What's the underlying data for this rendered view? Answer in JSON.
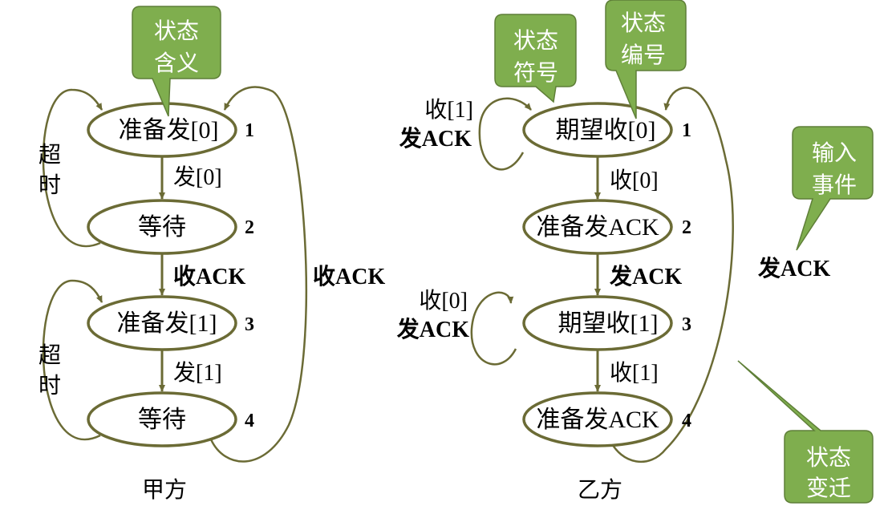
{
  "sender": {
    "title": "甲方",
    "states": [
      {
        "id": 1,
        "label": "准备发[0]",
        "number": "1"
      },
      {
        "id": 2,
        "label": "等待",
        "number": "2"
      },
      {
        "id": 3,
        "label": "准备发[1]",
        "number": "3"
      },
      {
        "id": 4,
        "label": "等待",
        "number": "4"
      }
    ],
    "transitions": [
      {
        "from": 1,
        "to": 2,
        "label": "发[0]"
      },
      {
        "from": 2,
        "to": 3,
        "label": "收ACK"
      },
      {
        "from": 3,
        "to": 4,
        "label": "发[1]"
      },
      {
        "from": 4,
        "to": 1,
        "label": "收ACK"
      },
      {
        "from": 2,
        "to": 1,
        "label_lines": [
          "超",
          "时"
        ]
      },
      {
        "from": 4,
        "to": 3,
        "label_lines": [
          "超",
          "时"
        ]
      }
    ]
  },
  "receiver": {
    "title": "乙方",
    "states": [
      {
        "id": 1,
        "label": "期望收[0]",
        "number": "1"
      },
      {
        "id": 2,
        "label": "准备发ACK",
        "number": "2"
      },
      {
        "id": 3,
        "label": "期望收[1]",
        "number": "3"
      },
      {
        "id": 4,
        "label": "准备发ACK",
        "number": "4"
      }
    ],
    "transitions": [
      {
        "from": 1,
        "to": 2,
        "label": "收[0]"
      },
      {
        "from": 2,
        "to": 3,
        "label": "发ACK"
      },
      {
        "from": 3,
        "to": 4,
        "label": "收[1]"
      },
      {
        "from": 4,
        "to": 1,
        "label": "发ACK"
      },
      {
        "from": 1,
        "to": 1,
        "label_lines": [
          "收[1]",
          "发ACK"
        ]
      },
      {
        "from": 3,
        "to": 3,
        "label_lines": [
          "收[0]",
          "发ACK"
        ]
      }
    ]
  },
  "callouts": {
    "state_meaning": [
      "状态",
      "含义"
    ],
    "state_symbol": [
      "状态",
      "符号"
    ],
    "state_number": [
      "状态",
      "编号"
    ],
    "input_event": [
      "输入",
      "事件"
    ],
    "state_transition": [
      "状态",
      "变迁"
    ]
  },
  "colors": {
    "line": "#6b6b35",
    "callout_fill": "#7fae4e",
    "callout_text": "#ffffff"
  }
}
